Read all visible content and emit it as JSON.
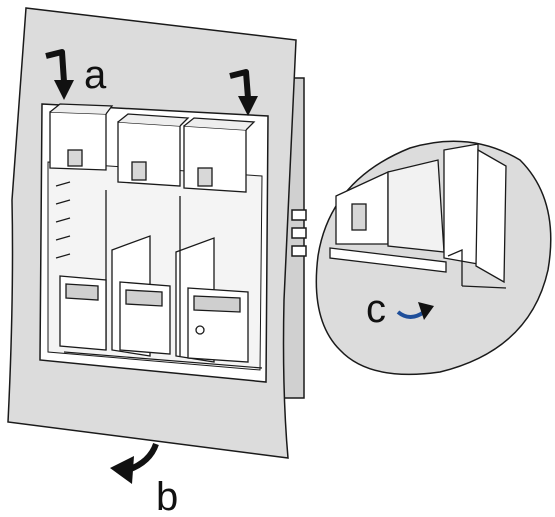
{
  "labels": {
    "a": "a",
    "b": "b",
    "c": "c"
  },
  "colors": {
    "sheet": "#dcdcdc",
    "line": "#1a1a1a",
    "device_white": "#ffffff",
    "device_shade": "#c8c8c8",
    "arrow_accent": "#1f4f9a"
  }
}
